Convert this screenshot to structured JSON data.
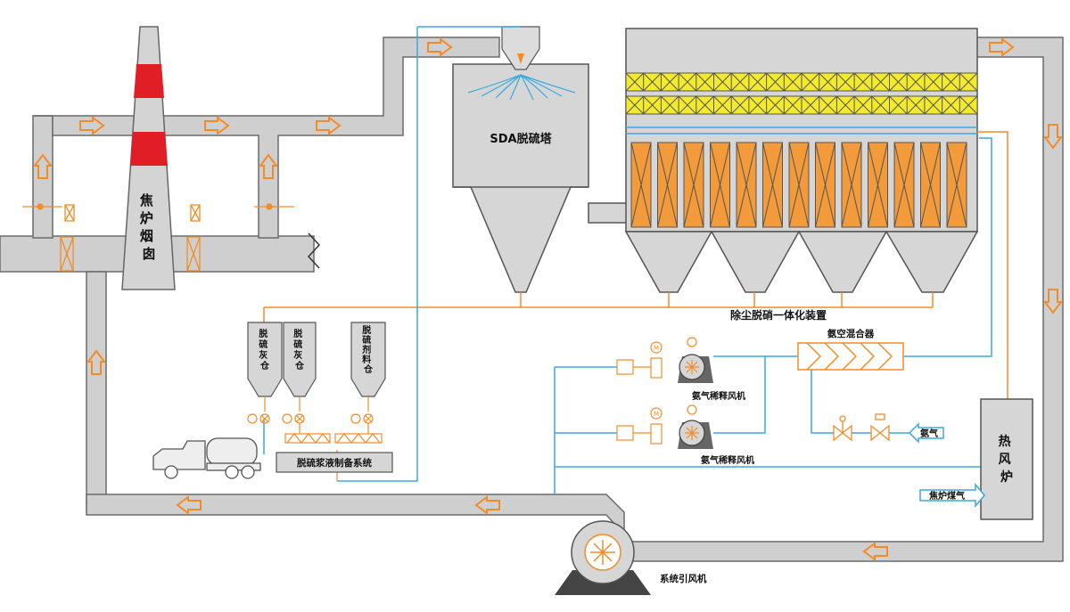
{
  "labels": {
    "chimney": [
      "焦",
      "炉",
      "烟",
      "囱"
    ],
    "sda_tower": "SDA脱硫塔",
    "integrated_unit": "除尘脱硝一体化装置",
    "ammonia_air_mixer": "氨空混合器",
    "ammonia_fan_1": "氨气稀释风机",
    "ammonia_fan_2": "氨气稀释风机",
    "ammonia": "氨气",
    "hot_air_furnace": [
      "热",
      "风",
      "炉"
    ],
    "coke_oven_gas": "焦炉煤气",
    "system_fan": "系统引风机",
    "silo_ash_1": [
      "脱",
      "硫",
      "灰",
      "仓"
    ],
    "silo_ash_2": [
      "脱",
      "硫",
      "灰",
      "仓"
    ],
    "silo_agent": [
      "脱",
      "硫",
      "剂",
      "料",
      "仓"
    ],
    "slurry_system": "脱硫浆液制备系统",
    "motor_symbol": "M"
  },
  "colors": {
    "duct": "#cfcfcf",
    "duct_edge": "#6b6b6b",
    "equipment": "#d6d6d6",
    "chimney_red": "#e11d25",
    "flow_orange": "#f28c28",
    "pipe_blue": "#3aa9e0",
    "catalyst_yellow": "#f2ea2a",
    "filter_orange": "#f39a3b"
  },
  "icons": [
    "flow-arrow-icon",
    "damper-icon",
    "motor-icon",
    "valve-icon",
    "fan-icon",
    "spray-nozzle-icon",
    "truck-icon"
  ]
}
